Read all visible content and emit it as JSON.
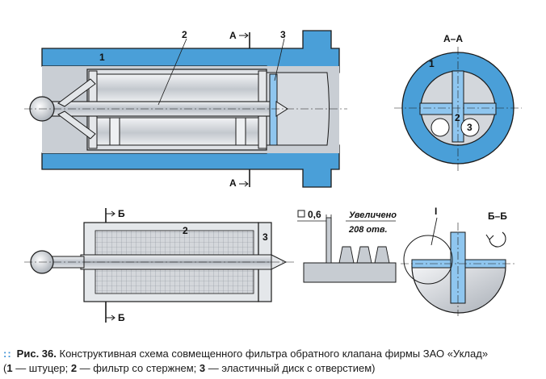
{
  "figure": {
    "part_labels": {
      "housing": "1",
      "filter": "2",
      "disc": "3"
    },
    "section_aa": {
      "name": "А–А",
      "mark": "А"
    },
    "section_bb": {
      "name": "Б–Б",
      "mark": "Б"
    },
    "detail": {
      "name": "I",
      "size": "0,6",
      "zoom_line1": "Увеличено",
      "zoom_line2": "208 отв."
    }
  },
  "caption": {
    "prefix": "Рис. 36.",
    "title": "Конструктивная схема совмещенного фильтра обратного клапана фирмы ЗАО «Уклад»",
    "open": "(",
    "n1": "1",
    "t1": " — штуцер; ",
    "n2": "2",
    "t2": " — фильтр со стержнем; ",
    "n3": "3",
    "t3": " — эластичный диск с отверстием)"
  },
  "colors": {
    "housing": "#4a9fd8",
    "metal": "#cfd3d8",
    "metal_dark": "#9aa0a8",
    "line": "#1a1a1a"
  }
}
